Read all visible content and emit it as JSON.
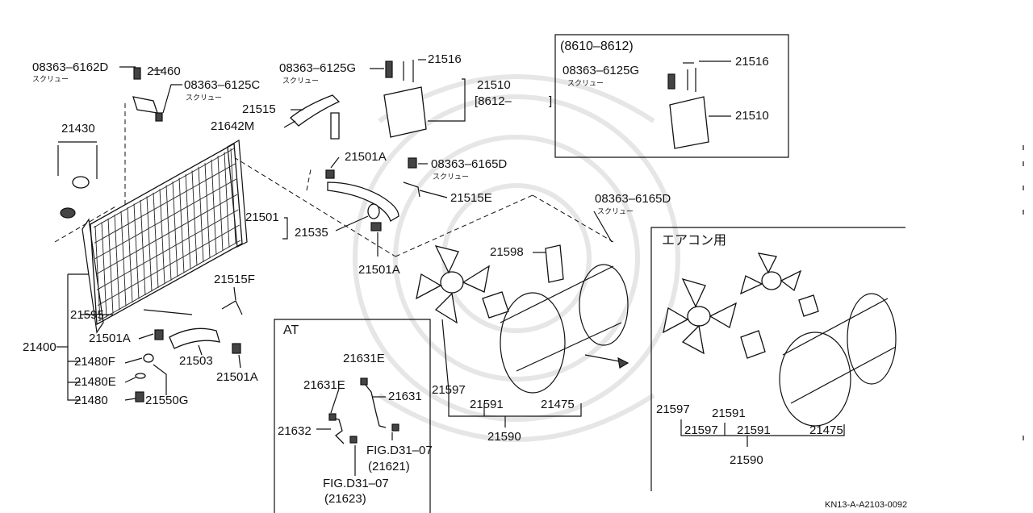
{
  "labels": {
    "p08363_6162D": "08363–6162D",
    "p08363_6162D_sub": "スクリュー",
    "p21460": "21460",
    "p08363_6125C": "08363–6125C",
    "p08363_6125C_sub": "スクリュー",
    "p21430": "21430",
    "p08363_6125G": "08363–6125G",
    "p08363_6125G_sub": "スクリュー",
    "p21516": "21516",
    "p21510": "21510",
    "p21510_range": "[8612–",
    "p21510_range_end": "]",
    "p21515": "21515",
    "p21642M": "21642M",
    "p21501A_top": "21501A",
    "p08363_6165D_top": "08363–6165D",
    "p08363_6165D_top_sub": "スクリュー",
    "p21515E": "21515E",
    "p21501": "21501",
    "p21535": "21535",
    "p21501A_mid": "21501A",
    "p08363_6165D_mid": "08363–6165D",
    "p08363_6165D_mid_sub": "スクリュー",
    "p21598": "21598",
    "p21515F": "21515F",
    "p21595": "21595",
    "p21501A_left": "21501A",
    "p21400": "21400",
    "p21480F": "21480F",
    "p21480E": "21480E",
    "p21480": "21480",
    "p21503": "21503",
    "p21501A_bottom": "21501A",
    "p21550G": "21550G",
    "p21597": "21597",
    "p21591": "21591",
    "p21475": "21475",
    "p21590": "21590"
  },
  "inset_8610": {
    "title": "(8610–8612)",
    "p08363_6125G": "08363–6125G",
    "p08363_6125G_sub": "スクリュー",
    "p21516": "21516",
    "p21510": "21510"
  },
  "inset_at": {
    "title": "AT",
    "p21631E_a": "21631E",
    "p21631E_b": "21631E",
    "p21631": "21631",
    "p21632": "21632",
    "fig1": "FIG.D31–07",
    "fig1_ref": "(21621)",
    "fig2": "FIG.D31–07",
    "fig2_ref": "(21623)"
  },
  "inset_aircon": {
    "title": "エアコン用",
    "p21597_a": "21597",
    "p21597_b": "21597",
    "p21591_a": "21591",
    "p21591_b": "21591",
    "p21475": "21475",
    "p21590": "21590"
  },
  "footer": {
    "code": "KN13-A-A2103-0092"
  }
}
